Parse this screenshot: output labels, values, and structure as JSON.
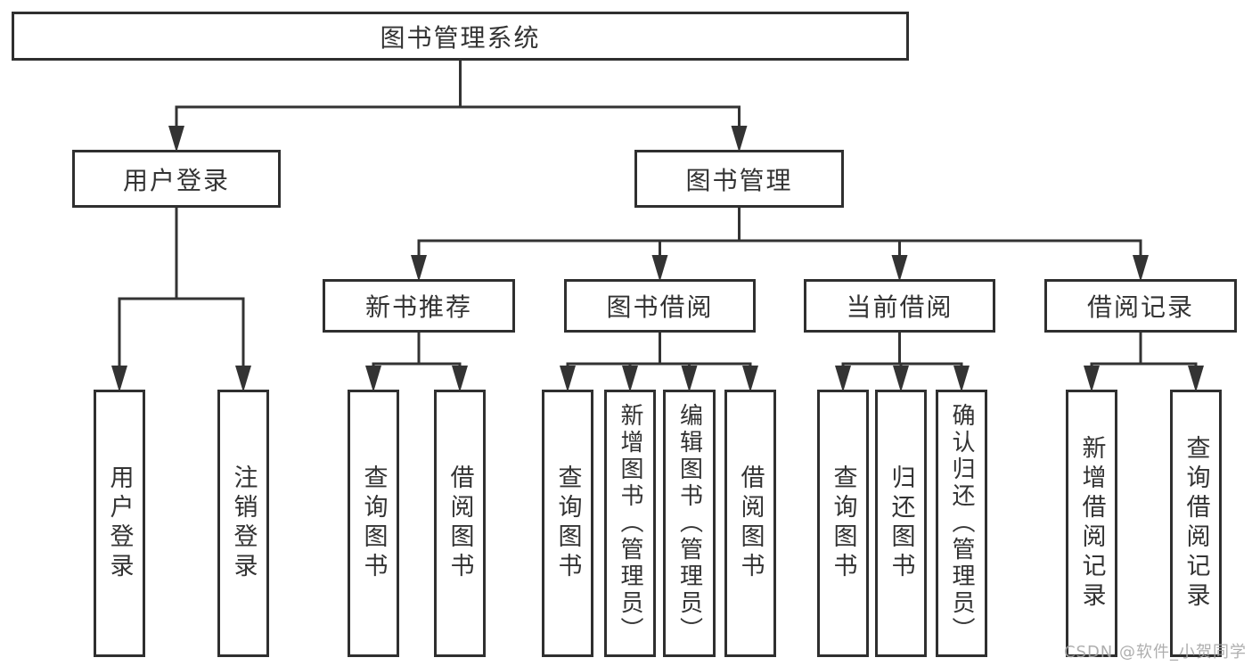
{
  "title": "图书管理系统",
  "watermark": "CSDN @软件_小贺同学",
  "colors": {
    "background": "#ffffff",
    "line": "#333333",
    "box_border": "#2f2f2f",
    "text": "#333333",
    "watermark_text": "#a6a6a6"
  },
  "nodes": [
    {
      "id": "root",
      "label": "图书管理系统"
    },
    {
      "id": "user-login",
      "label": "用户登录"
    },
    {
      "id": "book-management",
      "label": "图书管理"
    },
    {
      "id": "new-book-recommend",
      "label": "新书推荐"
    },
    {
      "id": "book-borrow",
      "label": "图书借阅"
    },
    {
      "id": "current-borrow",
      "label": "当前借阅"
    },
    {
      "id": "borrow-record",
      "label": "借阅记录"
    },
    {
      "id": "user-login-leaf",
      "label": "用户登录"
    },
    {
      "id": "logout-leaf",
      "label": "注销登录"
    },
    {
      "id": "query-book-1",
      "label": "查询图书"
    },
    {
      "id": "borrow-book-1",
      "label": "借阅图书"
    },
    {
      "id": "query-book-2",
      "label": "查询图书"
    },
    {
      "id": "add-book",
      "label": "新增图书（管理员）"
    },
    {
      "id": "edit-book",
      "label": "编辑图书（管理员）"
    },
    {
      "id": "borrow-book-2",
      "label": "借阅图书"
    },
    {
      "id": "query-book-3",
      "label": "查询图书"
    },
    {
      "id": "return-book",
      "label": "归还图书"
    },
    {
      "id": "confirm-return",
      "label": "确认归还（管理员）"
    },
    {
      "id": "add-borrow-record",
      "label": "新增借阅记录"
    },
    {
      "id": "query-borrow-record",
      "label": "查询借阅记录"
    }
  ],
  "edges": [
    {
      "from": "root",
      "to": [
        "user-login",
        "book-management"
      ]
    },
    {
      "from": "user-login",
      "to": [
        "user-login-leaf",
        "logout-leaf"
      ]
    },
    {
      "from": "book-management",
      "to": [
        "new-book-recommend",
        "book-borrow",
        "current-borrow",
        "borrow-record"
      ]
    },
    {
      "from": "new-book-recommend",
      "to": [
        "query-book-1",
        "borrow-book-1"
      ]
    },
    {
      "from": "book-borrow",
      "to": [
        "query-book-2",
        "add-book",
        "edit-book",
        "borrow-book-2"
      ]
    },
    {
      "from": "current-borrow",
      "to": [
        "query-book-3",
        "return-book",
        "confirm-return"
      ]
    },
    {
      "from": "borrow-record",
      "to": [
        "add-borrow-record",
        "query-borrow-record"
      ]
    }
  ]
}
